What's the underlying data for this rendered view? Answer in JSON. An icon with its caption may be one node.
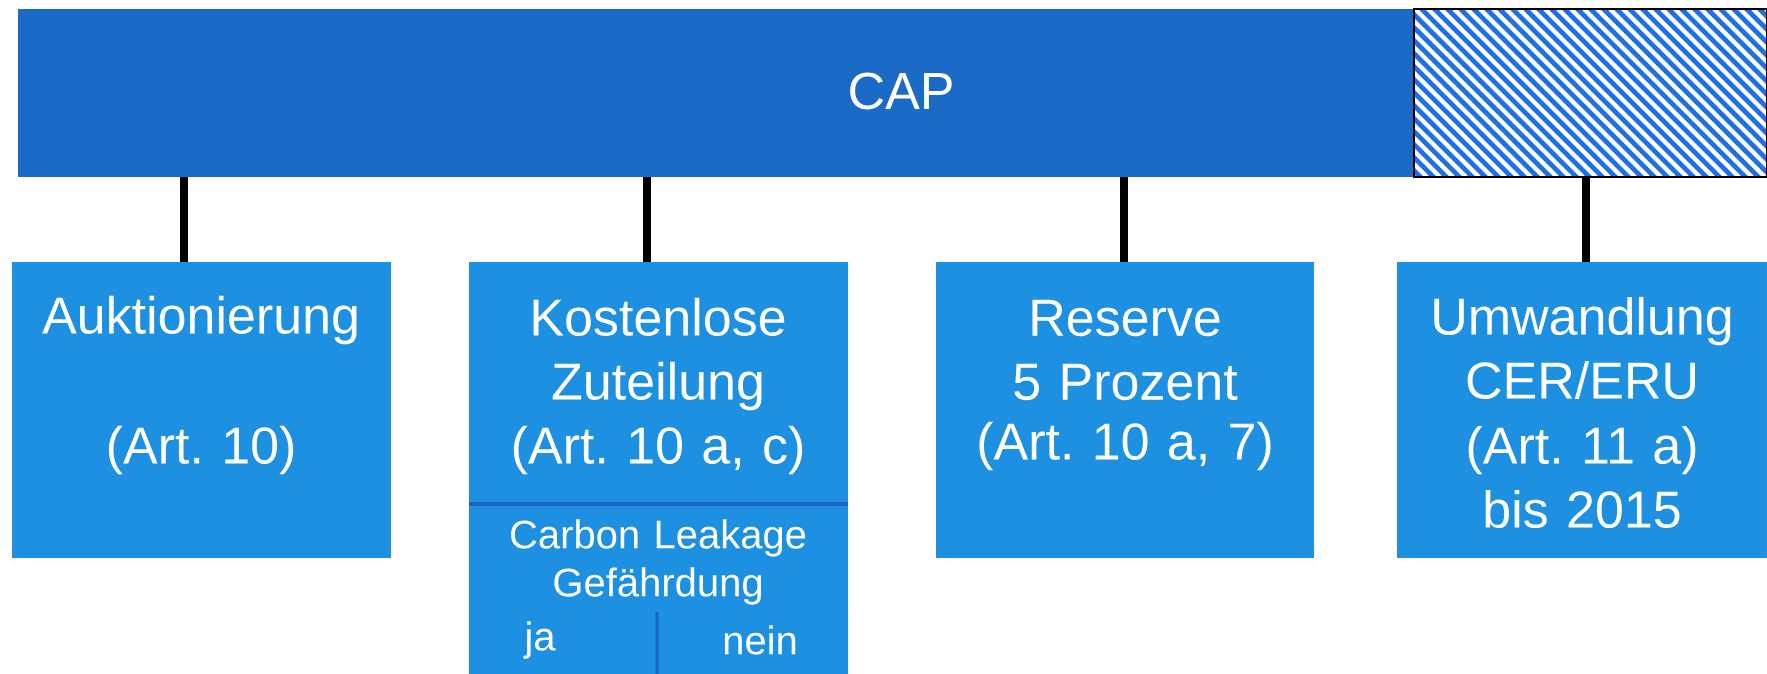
{
  "diagram": {
    "nodes": [
      {
        "text": [
          "CAP"
        ]
      },
      {
        "text": [],
        "shape": "box",
        "in": 0
      },
      {
        "text": [
          "Auktionierung",
          "(Art. 10)"
        ]
      },
      {
        "text": [
          "Kostenlose Zuteilung (Art. 10 a, c)"
        ]
      },
      {
        "text": [
          "Carbon Leakage Gefährdung"
        ],
        "in": 3
      },
      {
        "text": [
          "ja"
        ],
        "in": 4
      },
      {
        "text": [
          "nein"
        ],
        "in": 4
      },
      {
        "text": [
          "Reserve 5 Prozent",
          "(Art. 10 a, 7)"
        ]
      },
      {
        "text": [
          "Umwandlung CER/ERU",
          "(Art. 11 a) bis 2015"
        ]
      }
    ],
    "edges": [
      {
        "from": 0,
        "to": 2,
        "arrow": "none"
      },
      {
        "from": 0,
        "to": 3,
        "arrow": "none"
      },
      {
        "from": 0,
        "to": 7,
        "arrow": "none"
      },
      {
        "from": 1,
        "to": 8,
        "arrow": "none"
      }
    ]
  }
}
